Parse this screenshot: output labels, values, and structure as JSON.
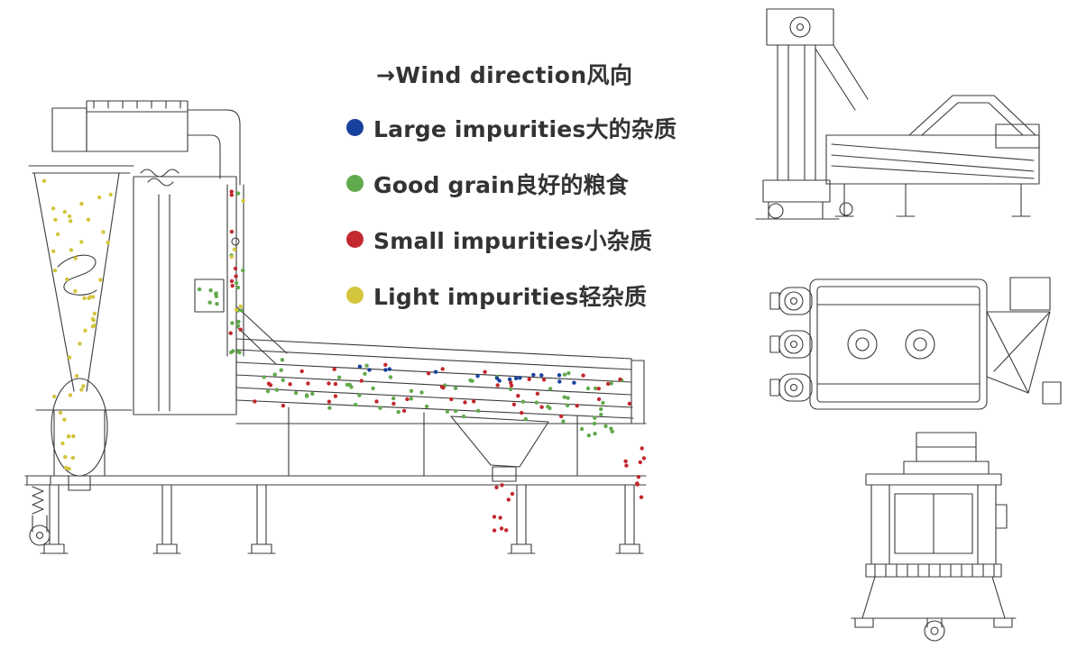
{
  "legend": {
    "wind_direction_label": "→Wind direction风向",
    "items": [
      {
        "name": "large-impurities",
        "label": "Large impurities大的杂质",
        "color": "#17419c"
      },
      {
        "name": "good-grain",
        "label": "Good grain良好的粮食",
        "color": "#61aa4c"
      },
      {
        "name": "small-impurities",
        "label": "Small impurities小杂质",
        "color": "#c2282e"
      },
      {
        "name": "light-impurities",
        "label": "Light impurities轻杂质",
        "color": "#d3c53c"
      }
    ]
  },
  "diagram": {
    "line_color": "#3b3b3b",
    "background": "#ffffff"
  }
}
